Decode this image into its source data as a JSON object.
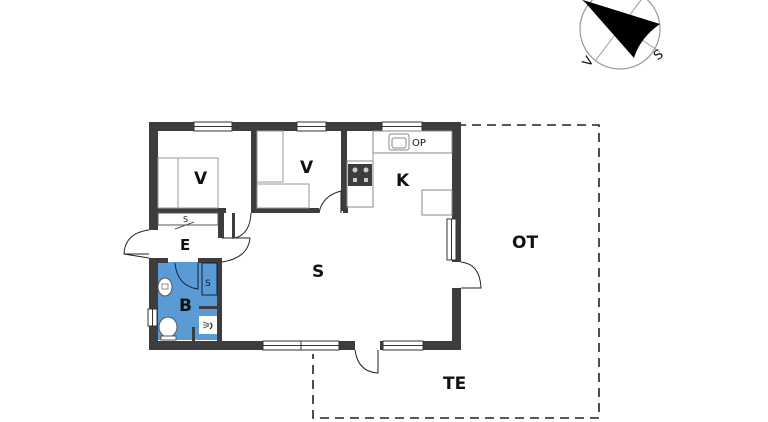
{
  "plan": {
    "colors": {
      "wall": "#3d3d3d",
      "bathroom": "#5b9bd5",
      "fixture_line": "#999999",
      "dashed_outline": "#222222",
      "background": "#ffffff"
    },
    "compass": {
      "north_label": "V",
      "south_label": "S"
    },
    "rooms": {
      "bedroom_1": "V",
      "bedroom_2": "V",
      "kitchen": "K",
      "entrance": "E",
      "bathroom": "B",
      "living": "S",
      "covered_terrace": "OT",
      "terrace": "TE"
    },
    "annotations": {
      "entrance_closet": "S",
      "bathroom_closet": "S",
      "kitchen_op": "OP"
    }
  }
}
